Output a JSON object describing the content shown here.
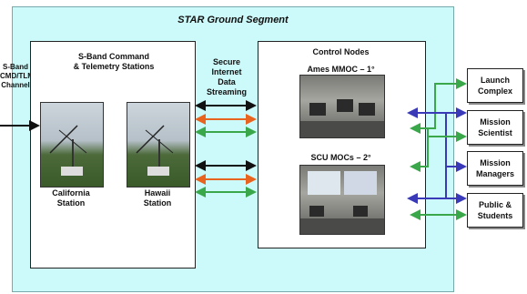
{
  "segment": {
    "title": "STAR Ground Segment"
  },
  "input": {
    "label_line1": "S-Band",
    "label_line2": "CMD/TLM",
    "label_line3": "Channel"
  },
  "stations": {
    "title_line1": "S-Band Command",
    "title_line2": "& Telemetry Stations",
    "california": {
      "line1": "California",
      "line2": "Station"
    },
    "hawaii": {
      "line1": "Hawaii",
      "line2": "Station"
    }
  },
  "streaming": {
    "line1": "Secure",
    "line2": "Internet",
    "line3": "Data",
    "line4": "Streaming"
  },
  "nodes": {
    "title": "Control Nodes",
    "ames": "Ames MMOC – 1°",
    "scu": "SCU MOCs – 2°"
  },
  "destinations": [
    {
      "line1": "Launch",
      "line2": "Complex"
    },
    {
      "line1": "Mission",
      "line2": "Scientist"
    },
    {
      "line1": "Mission",
      "line2": "Managers"
    },
    {
      "line1": "Public &",
      "line2": "Students"
    }
  ],
  "colors": {
    "background": "#ccf9f9",
    "arrow_black": "#111111",
    "arrow_orange": "#e8641e",
    "arrow_green": "#3aa84a",
    "arrow_blue": "#3a3ab8"
  }
}
